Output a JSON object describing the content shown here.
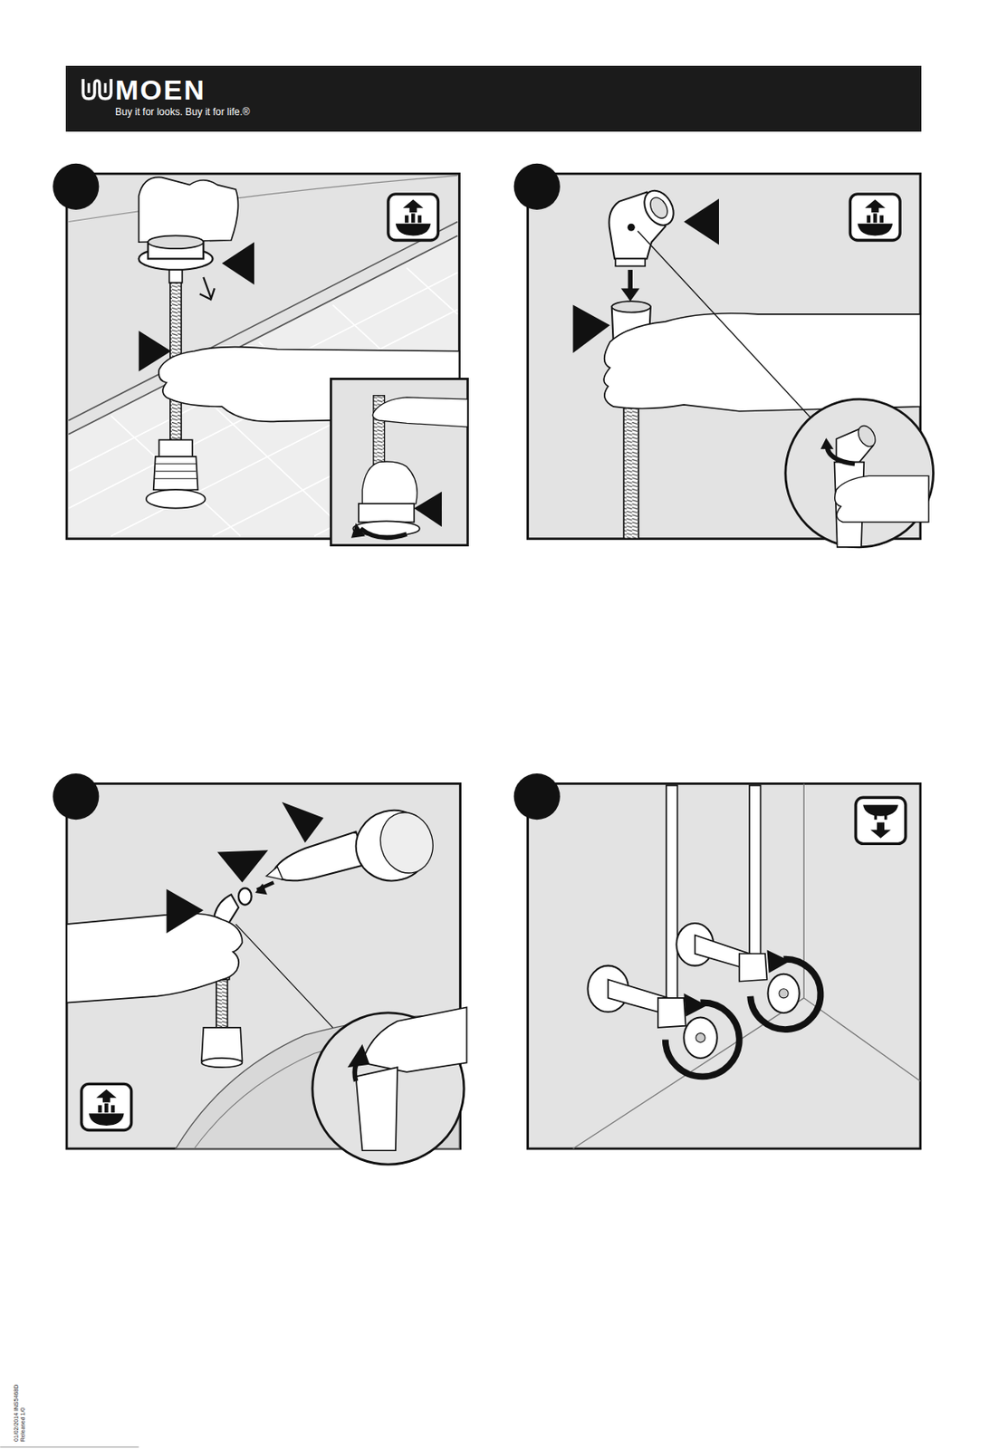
{
  "diagram": {
    "nodes": [
      {
        "text": [
          "MOEN",
          "Buy it for looks. Buy it for life.®"
        ]
      }
    ],
    "labels": [
      "01/02/2014 INS5468D Released 1/0"
    ]
  }
}
